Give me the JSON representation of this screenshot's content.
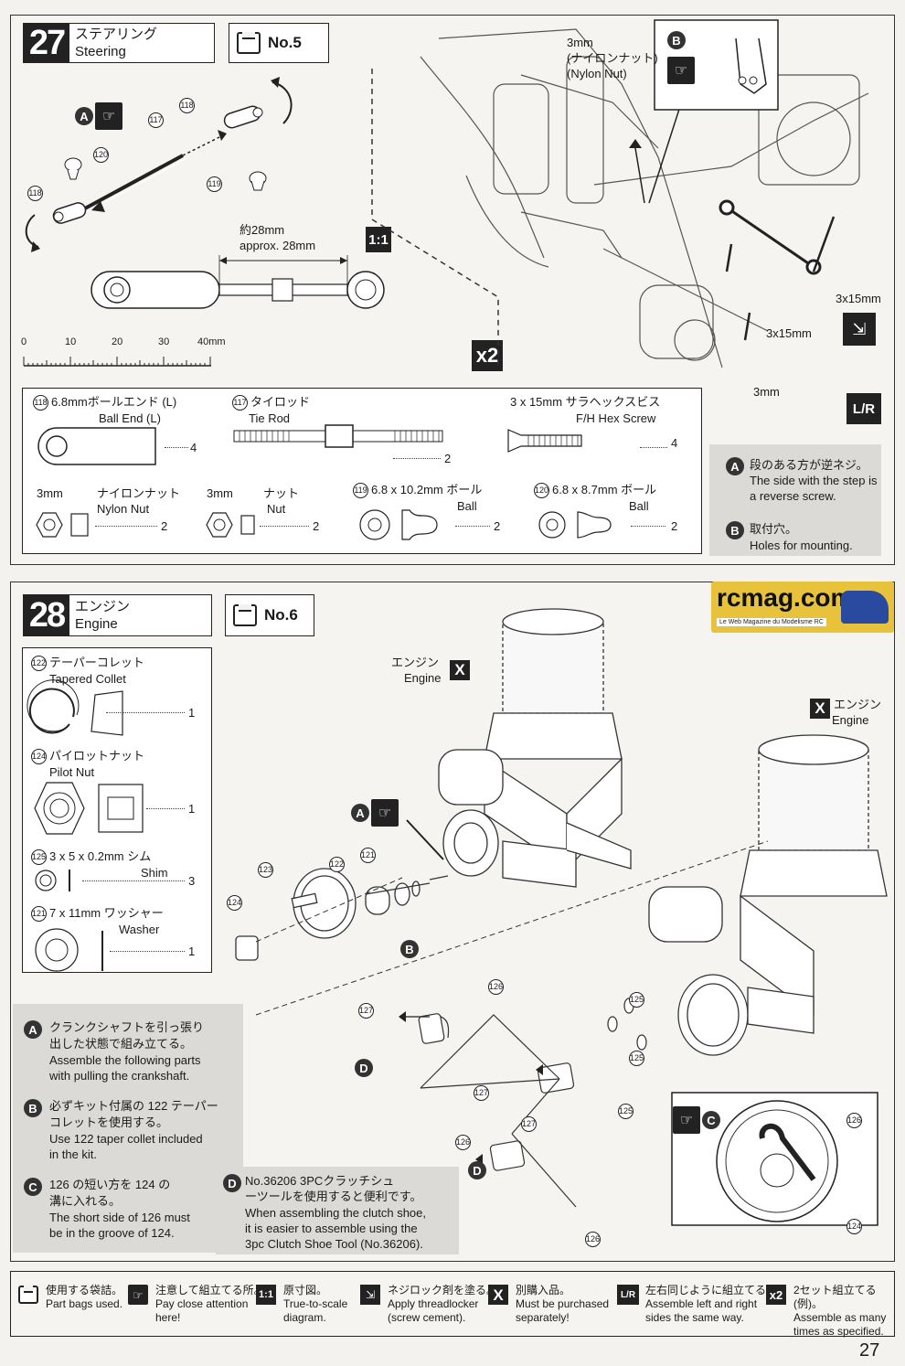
{
  "step27": {
    "number": "27",
    "title_jp": "ステアリング",
    "title_en": "Steering",
    "bag": "No.5",
    "dimension_jp": "約28mm",
    "dimension_en": "approx. 28mm",
    "scale": "1:1",
    "multiplier": "x2",
    "ruler_ticks": [
      "0",
      "10",
      "20",
      "30",
      "40mm"
    ],
    "part_refs": {
      "p117": "117",
      "p118a": "118",
      "p118b": "118",
      "p119": "119",
      "p120": "120"
    },
    "callout_a": "A",
    "callout_b": "B",
    "nut_label_jp": "(ナイロンナット)",
    "nut_label_size": "3mm",
    "nut_label_en": "(Nylon Nut)",
    "screw_label_1": "3x15mm",
    "screw_label_2": "3x15mm",
    "nut_label_3mm": "3mm",
    "lr": "L/R",
    "parts": [
      {
        "ref": "118",
        "jp": "6.8mmボールエンド (L)",
        "en": "Ball End (L)",
        "qty": "4"
      },
      {
        "ref": "117",
        "jp": "タイロッド",
        "en": "Tie Rod",
        "qty": "2"
      },
      {
        "ref": "",
        "jp": "3 x 15mm サラヘックスビス",
        "en": "F/H Hex Screw",
        "qty": "4"
      },
      {
        "ref": "",
        "size": "3mm",
        "jp": "ナイロンナット",
        "en": "Nylon Nut",
        "qty": "2"
      },
      {
        "ref": "",
        "size": "3mm",
        "jp": "ナット",
        "en": "Nut",
        "qty": "2"
      },
      {
        "ref": "119",
        "jp": "6.8 x 10.2mm ボール",
        "en": "Ball",
        "qty": "2"
      },
      {
        "ref": "120",
        "jp": "6.8 x 8.7mm ボール",
        "en": "Ball",
        "qty": "2"
      }
    ],
    "notes": [
      {
        "badge": "A",
        "jp": "段のある方が逆ネジ。",
        "en": "The side with the step is a reverse screw."
      },
      {
        "badge": "B",
        "jp": "取付穴。",
        "en": "Holes for mounting."
      }
    ]
  },
  "step28": {
    "number": "28",
    "title_jp": "エンジン",
    "title_en": "Engine",
    "bag": "No.6",
    "engine_label_jp": "エンジン",
    "engine_label_en": "Engine",
    "engine_label2_jp": "エンジン",
    "engine_label2_en": "Engine",
    "parts": [
      {
        "ref": "122",
        "jp": "テーパーコレット",
        "en": "Tapered Collet",
        "qty": "1"
      },
      {
        "ref": "124",
        "jp": "パイロットナット",
        "en": "Pilot Nut",
        "qty": "1"
      },
      {
        "ref": "125",
        "jp": "3 x 5 x 0.2mm シム",
        "en": "Shim",
        "qty": "3"
      },
      {
        "ref": "121",
        "jp": "7 x 11mm ワッシャー",
        "en": "Washer",
        "qty": "1"
      }
    ],
    "diagram_refs": {
      "r123": "123",
      "r122": "122",
      "r121": "121",
      "r124": "124",
      "r126a": "126",
      "r125a": "125",
      "r127a": "127",
      "r125b": "125",
      "r127b": "127",
      "r125c": "125",
      "r127c": "127",
      "r126b": "126",
      "r126c": "126",
      "r126d": "126",
      "r124b": "124"
    },
    "callouts": {
      "a": "A",
      "b": "B",
      "c": "C",
      "d1": "D",
      "d2": "D"
    },
    "notes": [
      {
        "badge": "A",
        "jp1": "クランクシャフトを引っ張り",
        "jp2": "出した状態で組み立てる。",
        "en1": "Assemble the following parts",
        "en2": "with pulling the crankshaft."
      },
      {
        "badge": "B",
        "jp1": "必ずキット付属の 122 テーパー",
        "jp2": "コレットを使用する。",
        "en1": "Use 122 taper collet included",
        "en2": "in the kit."
      },
      {
        "badge": "C",
        "jp1": "126 の短い方を 124 の",
        "jp2": "溝に入れる。",
        "en1": "The short side of 126 must",
        "en2": "be in the groove of 124."
      },
      {
        "badge": "D",
        "jp1": "No.36206 3PCクラッチシュ",
        "jp2": "ーツールを使用すると便利です。",
        "en1": "When assembling the clutch shoe,",
        "en2": "it is easier to assemble using the",
        "en3": "3pc Clutch Shoe Tool (No.36206)."
      }
    ]
  },
  "watermark": {
    "brand": "rcmag.com",
    "tagline": "Le Web Magazine du Modelisme RC"
  },
  "legend": [
    {
      "icon": "bag",
      "jp": "使用する袋詰。",
      "en1": "Part bags used.",
      "en2": ""
    },
    {
      "icon": "hand",
      "jp": "注意して組立てる所。",
      "en1": "Pay close attention",
      "en2": "here!"
    },
    {
      "icon": "1:1",
      "jp": "原寸図。",
      "en1": "True-to-scale",
      "en2": "diagram."
    },
    {
      "icon": "threadlock",
      "jp": "ネジロック剤を塗る。",
      "en1": "Apply threadlocker",
      "en2": "(screw cement)."
    },
    {
      "icon": "X",
      "jp": "別購入品。",
      "en1": "Must be purchased",
      "en2": "separately!"
    },
    {
      "icon": "L/R",
      "jp": "左右同じように組立てる。",
      "en1": "Assemble left and right",
      "en2": "sides the same way."
    },
    {
      "icon": "x2",
      "jp": "2セット組立てる(例)。",
      "en1": "Assemble as many",
      "en2": "times as specified."
    }
  ],
  "page_number": "27"
}
